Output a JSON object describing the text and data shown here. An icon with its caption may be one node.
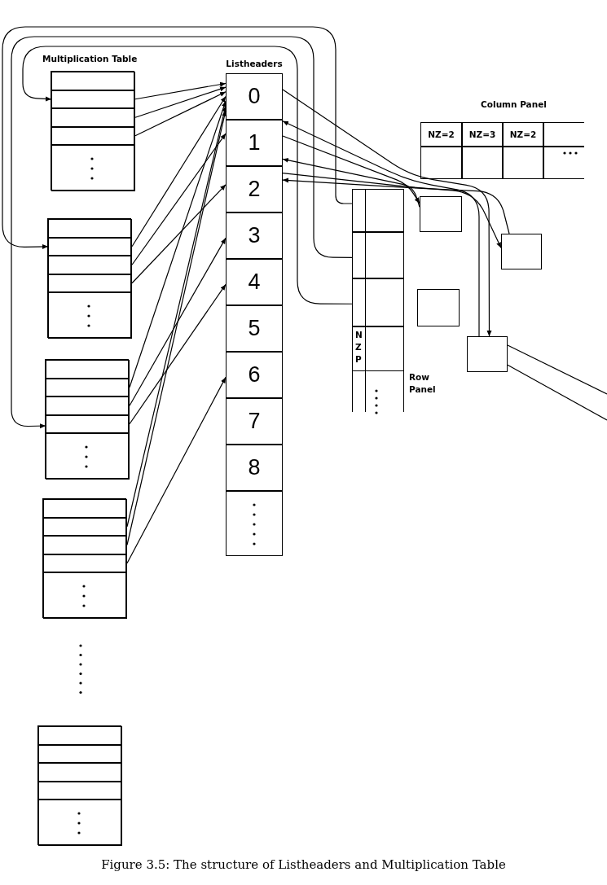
{
  "diagram": {
    "caption": "Figure 3.5: The structure of Listheaders and Multiplication Table",
    "nodes": [
      {
        "text": [],
        "shape": "box"
      },
      {
        "text": [],
        "shape": "box",
        "in": 0
      },
      {
        "text": [],
        "shape": "box",
        "in": 0
      },
      {
        "text": [],
        "shape": "box",
        "in": 0
      },
      {
        "text": [],
        "shape": "box",
        "in": 0
      },
      {
        "text": [],
        "shape": "box",
        "in": 0
      },
      {
        "text": [],
        "shape": "box"
      },
      {
        "text": [],
        "shape": "box",
        "in": 6
      },
      {
        "text": [],
        "shape": "box",
        "in": 6
      },
      {
        "text": [],
        "shape": "box",
        "in": 6
      },
      {
        "text": [],
        "shape": "box",
        "in": 6
      },
      {
        "text": [],
        "shape": "box",
        "in": 6
      },
      {
        "text": [],
        "shape": "box"
      },
      {
        "text": [],
        "shape": "box",
        "in": 12
      },
      {
        "text": [],
        "shape": "box",
        "in": 12
      },
      {
        "text": [],
        "shape": "box",
        "in": 12
      },
      {
        "text": [],
        "shape": "box",
        "in": 12
      },
      {
        "text": [],
        "shape": "box",
        "in": 12
      },
      {
        "text": [],
        "shape": "box"
      },
      {
        "text": [],
        "shape": "box",
        "in": 18
      },
      {
        "text": [],
        "shape": "box",
        "in": 18
      },
      {
        "text": [],
        "shape": "box",
        "in": 18
      },
      {
        "text": [],
        "shape": "box",
        "in": 18
      },
      {
        "text": [],
        "shape": "box",
        "in": 18
      },
      {
        "text": [],
        "shape": "box"
      },
      {
        "text": [],
        "shape": "box",
        "in": 24
      },
      {
        "text": [],
        "shape": "box",
        "in": 24
      },
      {
        "text": [],
        "shape": "box",
        "in": 24
      },
      {
        "text": [],
        "shape": "box",
        "in": 24
      },
      {
        "text": [],
        "shape": "box",
        "in": 24
      },
      {
        "text": [
          "Listheaders"
        ]
      },
      {
        "text": [
          "0"
        ],
        "in": 30
      },
      {
        "text": [
          "1"
        ],
        "in": 30
      },
      {
        "text": [
          "2"
        ],
        "in": 30
      },
      {
        "text": [
          "3"
        ],
        "in": 30
      },
      {
        "text": [
          "4"
        ],
        "in": 30
      },
      {
        "text": [
          "5"
        ],
        "in": 30
      },
      {
        "text": [
          "6"
        ],
        "in": 30
      },
      {
        "text": [
          "7"
        ],
        "in": 30
      },
      {
        "text": [
          "8"
        ],
        "in": 30
      },
      {
        "text": [],
        "shape": "box",
        "in": 30
      },
      {
        "text": [
          "Column Panel"
        ]
      },
      {
        "text": [
          "NZ=2"
        ],
        "in": 41
      },
      {
        "text": [
          "NZ=3"
        ],
        "in": 41
      },
      {
        "text": [
          "NZ=2"
        ],
        "in": 41
      },
      {
        "text": [],
        "shape": "box",
        "in": 41
      },
      {
        "text": [],
        "shape": "box",
        "in": 41
      },
      {
        "text": [],
        "shape": "box",
        "in": 41
      },
      {
        "text": [],
        "shape": "box",
        "in": 41
      },
      {
        "text": [],
        "shape": "box",
        "in": 41
      },
      {
        "text": [
          "Row Panel"
        ]
      },
      {
        "text": [],
        "shape": "box",
        "in": 50
      },
      {
        "text": [],
        "shape": "box",
        "in": 50
      },
      {
        "text": [],
        "shape": "box",
        "in": 50
      },
      {
        "text": [],
        "shape": "box",
        "in": 50
      },
      {
        "text": [],
        "shape": "box",
        "in": 50
      },
      {
        "text": [],
        "shape": "box",
        "in": 50
      },
      {
        "text": [
          "NZP"
        ],
        "in": 50
      },
      {
        "text": [],
        "shape": "box",
        "in": 50
      },
      {
        "text": [],
        "shape": "box",
        "in": 50
      },
      {
        "text": [],
        "shape": "box",
        "in": 50
      },
      {
        "text": [],
        "shape": "box"
      },
      {
        "text": [],
        "shape": "box"
      },
      {
        "text": [],
        "shape": "box"
      },
      {
        "text": [],
        "shape": "box"
      }
    ],
    "edges": [
      {
        "from": 2,
        "to": 31,
        "arrow": "to"
      },
      {
        "from": 3,
        "to": 31,
        "arrow": "to"
      },
      {
        "from": 4,
        "to": 31,
        "arrow": "to"
      },
      {
        "from": 8,
        "to": 31,
        "arrow": "to"
      },
      {
        "from": 9,
        "to": 32,
        "arrow": "to"
      },
      {
        "from": 10,
        "to": 33,
        "arrow": "to"
      },
      {
        "from": 14,
        "to": 31,
        "arrow": "to"
      },
      {
        "from": 15,
        "to": 34,
        "arrow": "to"
      },
      {
        "from": 16,
        "to": 35,
        "arrow": "to"
      },
      {
        "from": 20,
        "to": 31,
        "arrow": "to"
      },
      {
        "from": 21,
        "to": 31,
        "arrow": "to"
      },
      {
        "from": 22,
        "to": 37,
        "arrow": "to"
      },
      {
        "from": 51,
        "to": 8,
        "arrow": "to"
      },
      {
        "from": 53,
        "to": 16,
        "arrow": "to"
      },
      {
        "from": 55,
        "to": 2,
        "arrow": "to"
      },
      {
        "from": 31,
        "to": 64,
        "arrow": "to"
      },
      {
        "from": 64,
        "to": 32,
        "arrow": "to"
      },
      {
        "from": 32,
        "to": 61,
        "arrow": "to"
      },
      {
        "from": 61,
        "to": 32,
        "arrow": "to"
      },
      {
        "from": 33,
        "to": 62,
        "arrow": "to"
      },
      {
        "from": 62,
        "to": 33,
        "arrow": "to"
      },
      {
        "from": 64,
        "to": null,
        "arrow": "none"
      },
      {
        "from": 64,
        "to": null,
        "arrow": "none"
      }
    ],
    "labels": [
      "Multiplication Table"
    ]
  }
}
